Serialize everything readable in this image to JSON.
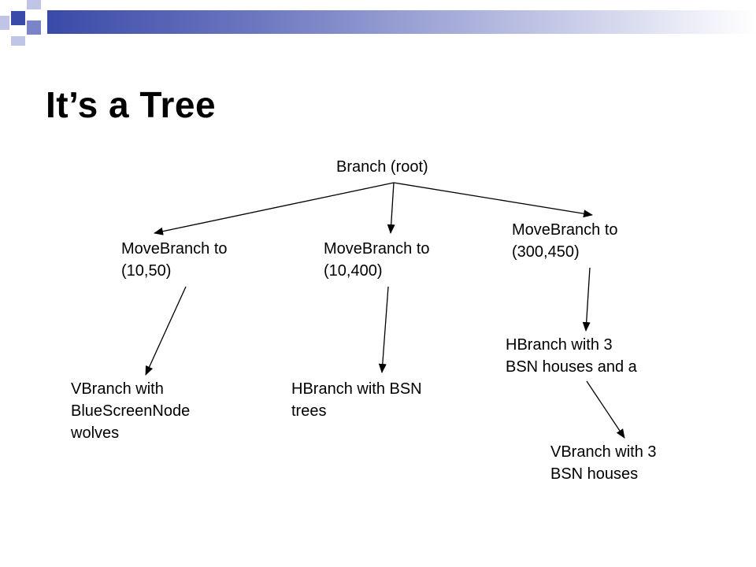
{
  "slide": {
    "title": "It’s a Tree"
  },
  "colors": {
    "accent_dark": "#3a4aa8",
    "accent_mid": "#7a84c8",
    "accent_light": "#c0c4e6",
    "arrow": "#000000"
  },
  "tree": {
    "root": {
      "lines": [
        "Branch (root)"
      ]
    },
    "move1": {
      "lines": [
        "MoveBranch to",
        "(10,50)"
      ]
    },
    "move2": {
      "lines": [
        "MoveBranch to",
        "(10,400)"
      ]
    },
    "move3": {
      "lines": [
        "MoveBranch to",
        "(300,450)"
      ]
    },
    "vbranch_wolves": {
      "lines": [
        "VBranch with",
        "BlueScreenNode",
        "wolves"
      ]
    },
    "hbranch_trees": {
      "lines": [
        "HBranch with BSN",
        "trees"
      ]
    },
    "hbranch_houses": {
      "lines": [
        "HBranch with 3",
        "BSN houses and a"
      ]
    },
    "vbranch_houses": {
      "lines": [
        "VBranch with 3",
        "BSN houses"
      ]
    }
  }
}
